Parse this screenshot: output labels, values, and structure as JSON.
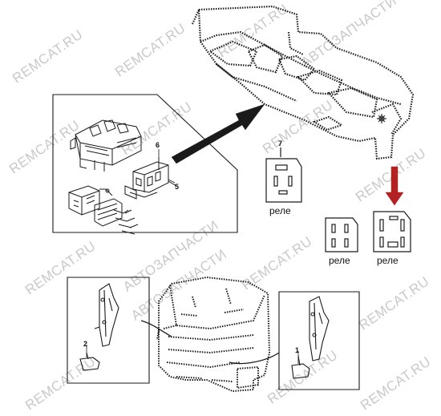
{
  "watermarks": [
    "REMCAT.RU",
    "REMCAT.RU",
    "REMCAT.RU",
    "АВТОЗАПЧАСТИ",
    "REMCAT.RU",
    "REMCAT.RU",
    "REMCAT.RU",
    "REMCAT.RU",
    "АВТОЗАПЧАСТИ",
    "REMCAT.RU",
    "АВТОЗАПЧАСТИ",
    "REMCAT.RU",
    "REMCAT.RU",
    "REMCAT.RU",
    "REMCAT.RU",
    "REMCAT.RU"
  ],
  "labels": {
    "relay_1": "реле",
    "relay_2": "реле",
    "relay_3": "реле"
  },
  "callouts": {
    "part_1": "1",
    "part_2": "2",
    "part_5": "5",
    "part_6": "6",
    "part_7": "7"
  },
  "colors": {
    "line": "#1a1a1a",
    "pointer_arrow": "#b22222",
    "watermark": "#c9c9c9"
  }
}
